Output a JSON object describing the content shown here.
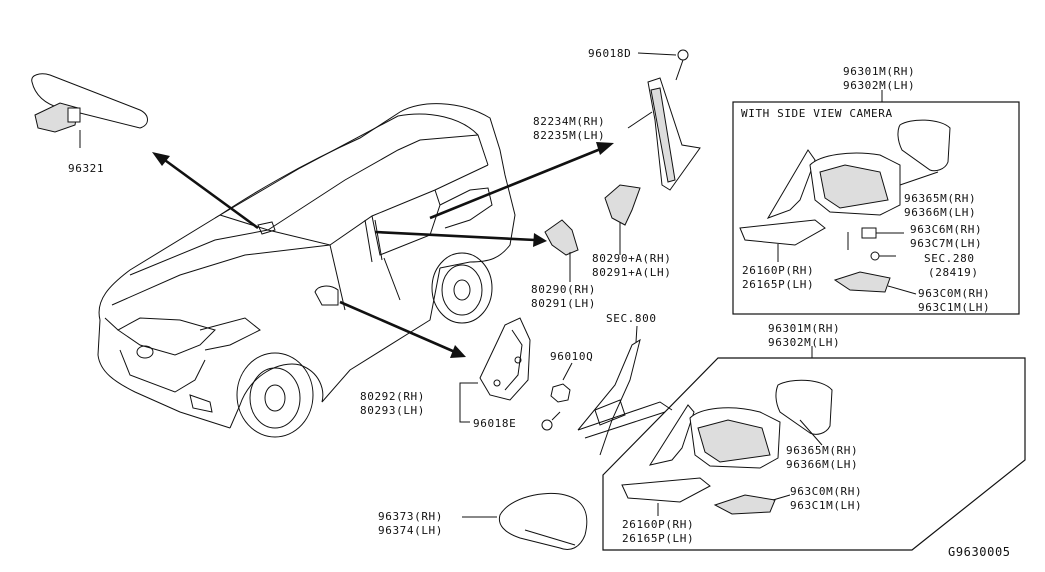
{
  "diagram_id": "G9630005",
  "labels": {
    "p96321": "96321",
    "p96018d": "96018D",
    "p82234": "82234M(RH)",
    "p82235": "82235M(LH)",
    "p80290a": "80290+A(RH)",
    "p80291a": "80291+A(LH)",
    "p80290": "80290(RH)",
    "p80291": "80291(LH)",
    "sec800": "SEC.800",
    "p96010q": "96010Q",
    "p80292": "80292(RH)",
    "p80293": "80293(LH)",
    "p96018e": "96018E",
    "p96373": "96373(RH)",
    "p96374": "96374(LH)",
    "box1_rh": "96301M(RH)",
    "box1_lh": "96302M(LH)",
    "box1_title": "WITH SIDE VIEW CAMERA",
    "b1_96365": "96365M(RH)",
    "b1_96366": "96366M(LH)",
    "b1_963c6": "963C6M(RH)",
    "b1_963c7": "963C7M(LH)",
    "b1_sec280": "SEC.280",
    "b1_28419": "(28419)",
    "b1_26160": "26160P(RH)",
    "b1_26165": "26165P(LH)",
    "b1_963c0": "963C0M(RH)",
    "b1_963c1": "963C1M(LH)",
    "box2_rh": "96301M(RH)",
    "box2_lh": "96302M(LH)",
    "b2_96365": "96365M(RH)",
    "b2_96366": "96366M(LH)",
    "b2_963c0": "963C0M(RH)",
    "b2_963c1": "963C1M(LH)",
    "b2_26160": "26160P(RH)",
    "b2_26165": "26165P(LH)"
  }
}
